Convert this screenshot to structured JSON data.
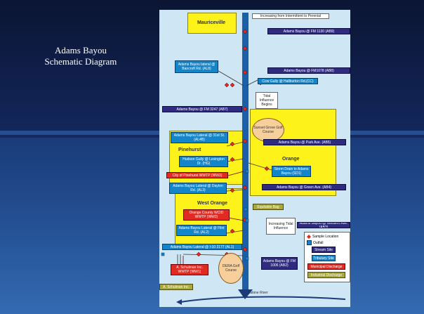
{
  "slide": {
    "title_line1": "Adams Bayou",
    "title_line2": "Schematic Diagram"
  },
  "colors": {
    "stream_site": "#2e2b80",
    "tributary_site": "#1585c9",
    "municipal_discharge": "#e02a22",
    "industrial_discharge": "#a8a93a",
    "city": "#fdf21a",
    "golf": "#f7cf9b",
    "bayou": "#1a5fa8"
  },
  "cities": {
    "mauriceville": "Mauriceville",
    "pinehurst": "Pinehurst",
    "orange": "Orange",
    "west_orange": "West Orange"
  },
  "notes": {
    "intermittent": "Increasing from Intermittent to Perenial",
    "tidal_begins": "Tidal Influence Begins",
    "increasing_tidal": "Increasing Tidal Influence",
    "river": "Sabine River"
  },
  "golf": {
    "sunset": "Sunset Grove Golf Course",
    "dera": "DERA Golf Course"
  },
  "stream_sites": {
    "ab9": "Adams Bayou @ FM 1130 (AB9)",
    "ab8": "Adams Bayou @ FM1078 (AB8)",
    "ab7": "Adams Bayou @ FM 3247 (AB7)",
    "ab5": "Adams Bayou @ Park Ave. (AB5)",
    "ab4": "Adams Bayou @ Green Ave. (AB4)",
    "ab3": "Adams Bayou @ Western Ave. (AB3)",
    "ab2": "Adams Bayou @ FM 1006 (AB2)"
  },
  "tributary_sites": {
    "al8": "Adams Bayou lateral @ Bancroft Rd. (AL8)",
    "cc": "Cow Gully @ Hallburton Rd.(CC)",
    "al4b": "Adams Bayou Lateral @ 31st St. (AL4B)",
    "hg": "Hudson Gully @ Lexington Dr. (HG)",
    "sd1": "Storm Drain to Adams Bayou (SD1)",
    "al3": "Adams Bayou Lateral @ Dayton Rd. (AL3)",
    "al2": "Adams Bayou Lateral @ Flint Rd. (AL2)",
    "al1": "Adams Bayou Lateral @ I-10 2177 (AL1)"
  },
  "municipal": {
    "pinehurst": "City of Pinehurst WWTP (WW3)",
    "ocwcid": "Orange County WCID WWTP (WW2)",
    "schulman": "A. Schulman Inc. WWTP (WW1)"
  },
  "industrial": {
    "equitable": "Equitable Bag",
    "schulman": "A. Schulman Inc."
  },
  "legend": {
    "sample": "Sample Location",
    "outfall": "Outfall",
    "stream": "Stream Site",
    "tributary": "Tributary Site",
    "municipal": "Municipal Discharge",
    "industrial": "Industrial Discharge"
  }
}
